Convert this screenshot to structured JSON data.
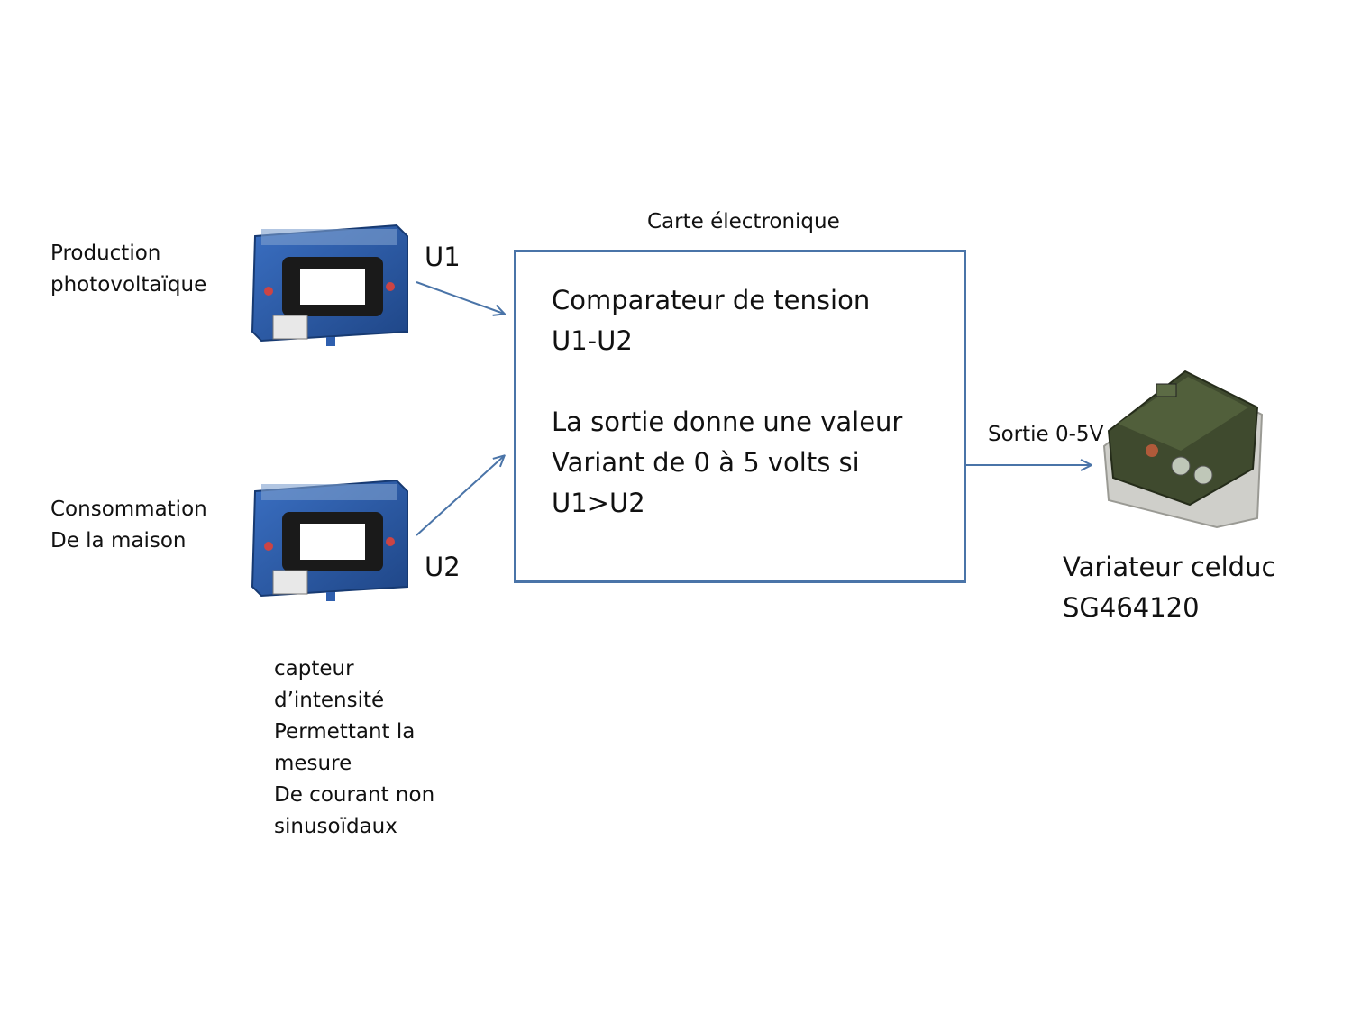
{
  "sources": {
    "production": "Production\nphotovoltaïque",
    "consommation": "Consommation\nDe la maison"
  },
  "signals": {
    "u1": "U1",
    "u2": "U2",
    "sortie": "Sortie 0-5V"
  },
  "card": {
    "title": "Carte électronique",
    "line1": "Comparateur de tension\nU1-U2",
    "line2": "La sortie donne une valeur\nVariant de 0 à 5 volts si\nU1>U2"
  },
  "sensor_caption": "capteur\nd’intensité\nPermettant la\nmesure\nDe courant non\nsinusoïdaux",
  "variator": {
    "label": "Variateur celduc\nSG464120"
  },
  "colors": {
    "arrow": "#4a74a8",
    "sensor_body": "#2f5fae",
    "variator_body": "#3f4a2e",
    "variator_base": "#c9c9c4"
  }
}
